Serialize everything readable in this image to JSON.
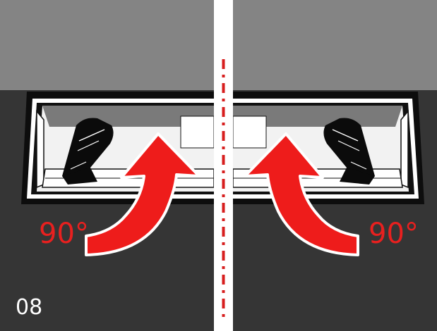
{
  "step_number": "08",
  "left_panel": {
    "angle_label": "90°"
  },
  "right_panel": {
    "angle_label": "90°"
  },
  "colors": {
    "wall": "#848484",
    "dark_surface": "#353535",
    "bezel": "#0d0d0d",
    "tray": "#f2f2f2",
    "rotate_arrow": "#ee1c1b",
    "center_line": "#d71e1e",
    "divider": "#ffffff"
  },
  "icons": {
    "left_arrow": "rotate-90-clockwise-arrow-icon",
    "right_arrow": "rotate-90-counterclockwise-arrow-icon",
    "left_latch": "black-latch-icon",
    "right_latch": "black-latch-icon"
  }
}
